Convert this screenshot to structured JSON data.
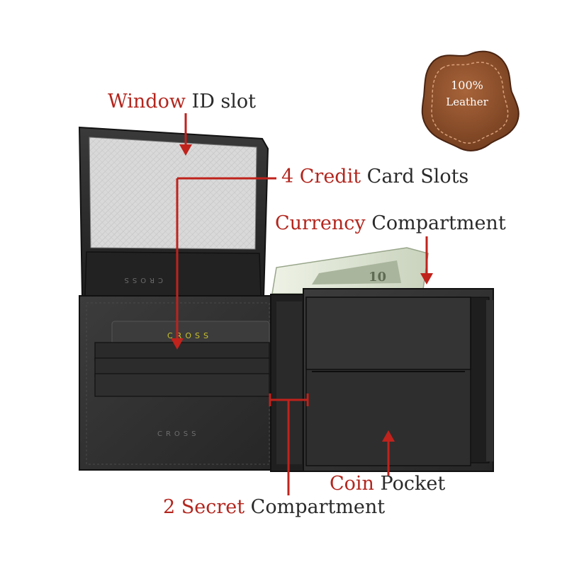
{
  "badge": {
    "line1": "100%",
    "line2": "Leather"
  },
  "callouts": {
    "window_id": {
      "highlight": "Window",
      "rest": " ID slot"
    },
    "credit_cards": {
      "highlight": "4 Credit",
      "rest": " Card Slots"
    },
    "currency": {
      "highlight": "Currency",
      "rest": " Compartment"
    },
    "coin": {
      "highlight": "Coin",
      "rest": " Pocket"
    },
    "secret": {
      "highlight": "2 Secret",
      "rest": " Compartment"
    }
  },
  "brand_marks": [
    "CROSS",
    "CROSS",
    "CROSS"
  ],
  "colors": {
    "highlight": "#b3261e",
    "text": "#2a2a2a",
    "leather_badge": "#8a4a26",
    "wallet": "#2b2b2b",
    "arrow": "#c0221c"
  }
}
